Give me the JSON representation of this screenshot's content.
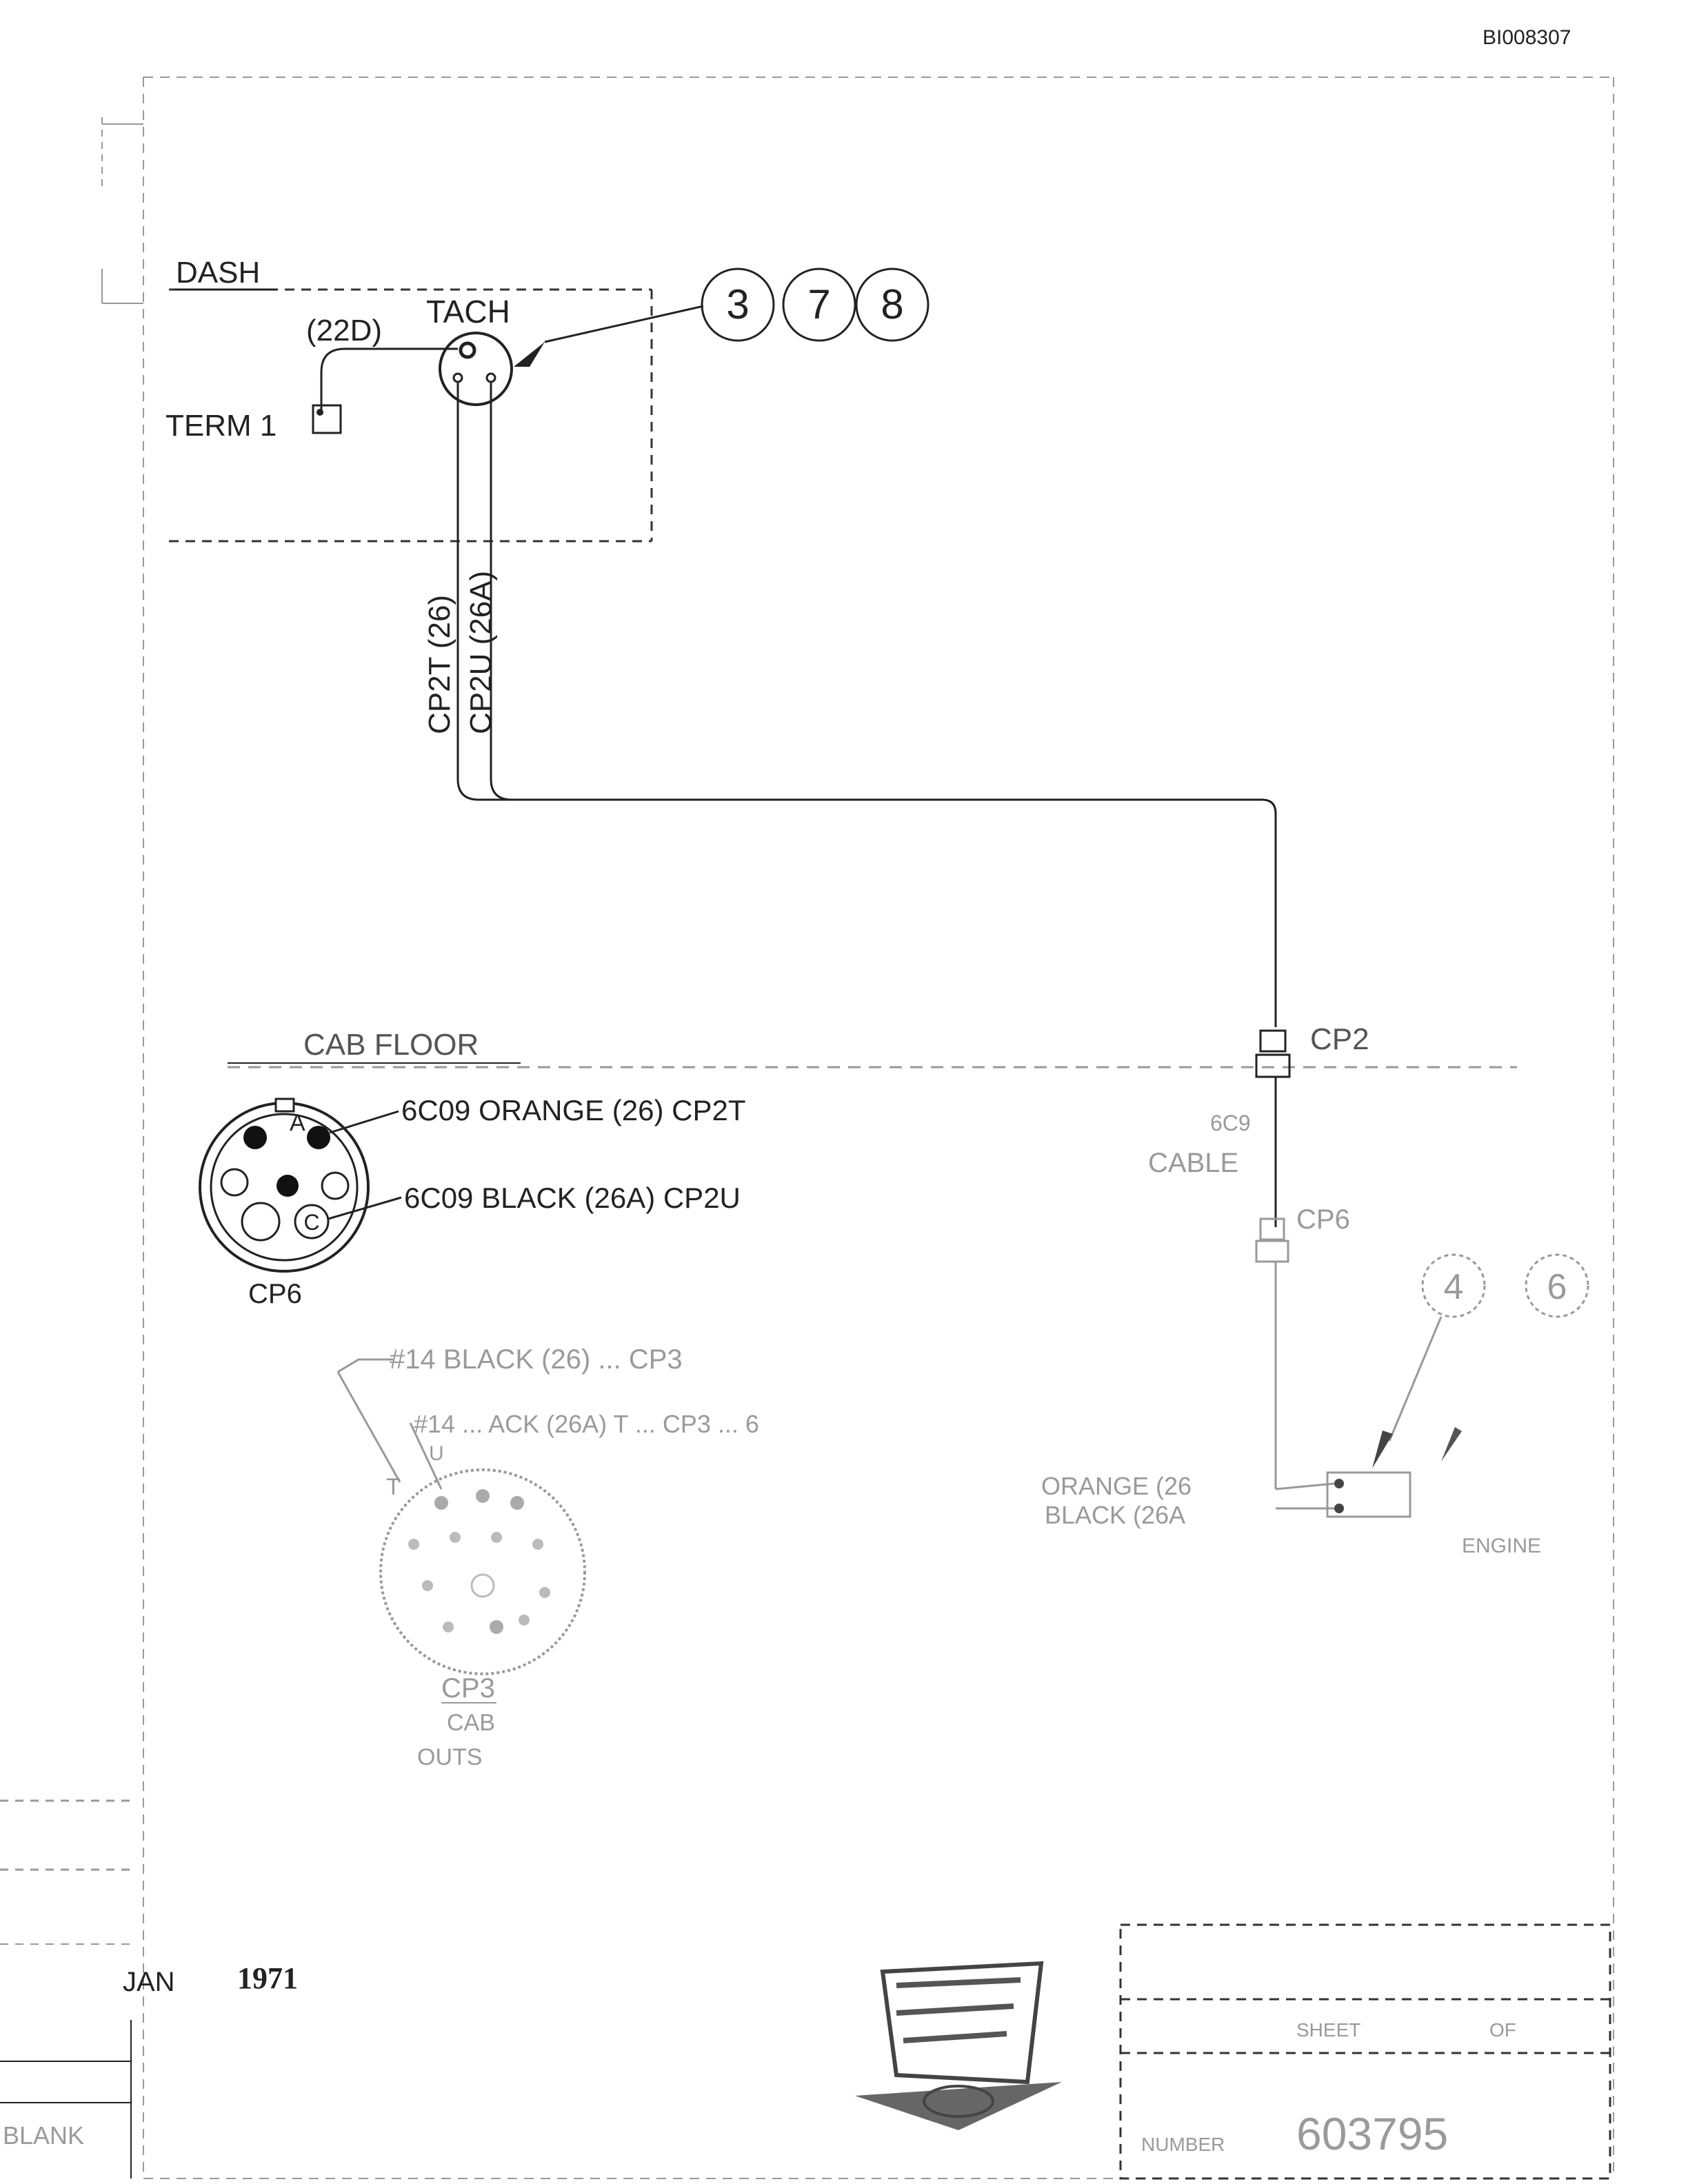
{
  "document_id": "BI008307",
  "sections": {
    "dash": "DASH",
    "cab_floor": "CAB FLOOR"
  },
  "components": {
    "tach": "TACH",
    "term": "TERM 1",
    "wire_22d": "(22D)",
    "reference_circles": [
      "3",
      "7",
      "8"
    ],
    "engine_reference_circles": [
      "4",
      "6"
    ],
    "vertical_wire_1": "CP2T (26)",
    "vertical_wire_2": "CP2U (26A)"
  },
  "connectors": {
    "cp2": "CP2",
    "cp6": "CP6",
    "cp6_upper": "CP6",
    "cp3": "CP3",
    "cp3_sub1": "CAB",
    "cp3_sub2": "OUTS",
    "pin_a": "A",
    "pin_c": "C",
    "pin_t": "T",
    "pin_u": "U"
  },
  "callouts": {
    "cp6_orange": "6C09 ORANGE (26) CP2T",
    "cp6_black": "6C09 BLACK (26A) CP2U",
    "cp3_black1": "#14 BLACK (26) ... CP3",
    "cp3_black2": "#14 ... ACK (26A) T ... CP3 ... 6",
    "engine_orange": "ORANGE (26",
    "engine_black": "BLACK (26A",
    "engine_label": "ENGINE",
    "cable_gauge": "6C9",
    "cable": "CABLE"
  },
  "footer": {
    "month": "JAN",
    "year": "1971",
    "sheet_label": "SHEET",
    "of_label": "OF",
    "number_label": "NUMBER",
    "drawing_number": "603795",
    "left_stamp": "BLANK"
  },
  "colors": {
    "ink": "#222222",
    "faint_ink": "#9a9a9a"
  }
}
